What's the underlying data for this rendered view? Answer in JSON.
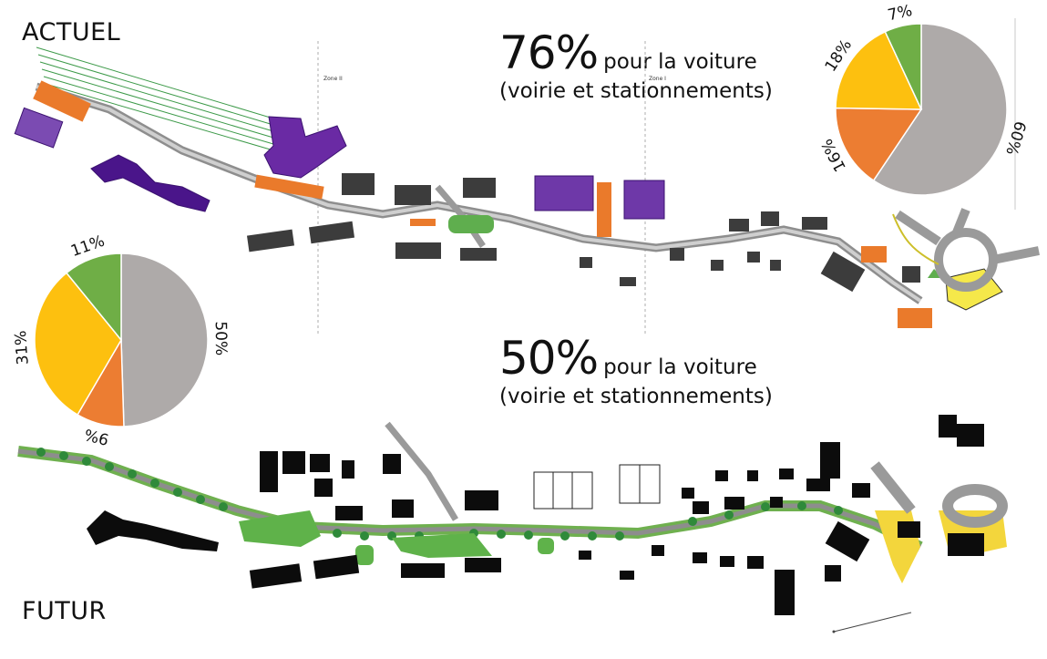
{
  "labels": {
    "actuel": "ACTUEL",
    "futur": "FUTUR"
  },
  "headline_current": {
    "percent": "76%",
    "tail": "pour la voiture",
    "sub": "(voirie et stationnements)"
  },
  "headline_future": {
    "percent": "50%",
    "tail": "pour la voiture",
    "sub": "(voirie et stationnements)"
  },
  "zones": {
    "zone2": "Zone II",
    "zone1": "Zone I"
  },
  "colors": {
    "grey": "#aeaaa9",
    "orange": "#ec7d32",
    "yellow": "#fdc00f",
    "green": "#6fae46"
  },
  "chart_data": [
    {
      "type": "pie",
      "title": "",
      "slices": [
        {
          "label": "60%",
          "value": 60,
          "color": "#aeaaa9"
        },
        {
          "label": "16%",
          "value": 16,
          "color": "#ec7d32"
        },
        {
          "label": "18%",
          "value": 18,
          "color": "#fdc00f"
        },
        {
          "label": "7%",
          "value": 7,
          "color": "#6fae46"
        }
      ]
    },
    {
      "type": "pie",
      "title": "",
      "slices": [
        {
          "label": "50%",
          "value": 50,
          "color": "#aeaaa9"
        },
        {
          "label": "9%",
          "value": 9,
          "color": "#ec7d32"
        },
        {
          "label": "31%",
          "value": 31,
          "color": "#fdc00f"
        },
        {
          "label": "11%",
          "value": 11,
          "color": "#6fae46"
        }
      ]
    }
  ]
}
